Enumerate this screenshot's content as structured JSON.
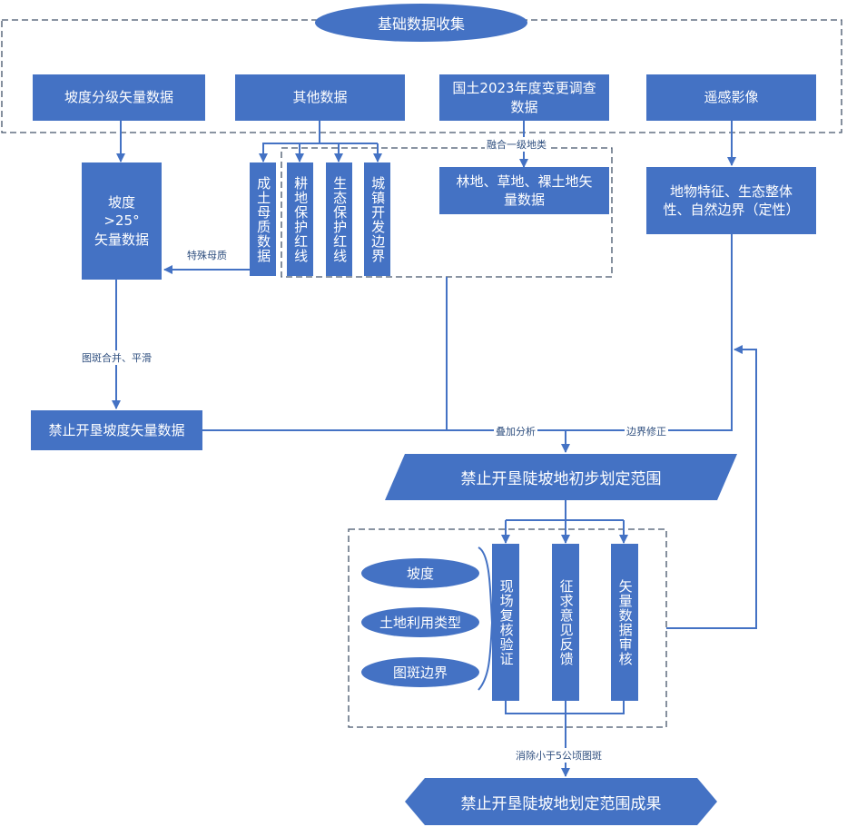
{
  "colors": {
    "node_fill": "#4472c4",
    "line": "#4472c4",
    "dashed_border": "#44546a",
    "label_text": "#2f4f7f"
  },
  "header": {
    "title": "基础数据收集"
  },
  "sources": {
    "slope_vector": "坡度分级矢量数据",
    "other_data": "其他数据",
    "survey": "国土2023年度变更调查数据",
    "remote_sensing": "遥感影像"
  },
  "mid": {
    "slope_25": [
      "坡度",
      ">25°",
      "矢量数据"
    ],
    "parent_soil": "成土母质数据",
    "farmland_redline": "耕地保护红线",
    "eco_redline": "生态保护红线",
    "urban_boundary": "城镇开发边界",
    "forest_grass": "林地、草地、裸土地矢量数据",
    "features": "地物特征、生态整体性、自然边界（定性）"
  },
  "edge_labels": {
    "merge_first_class": "融合一级地类",
    "special_parent": "特殊母质",
    "merge_smooth": "图斑合并、平滑",
    "overlay": "叠加分析",
    "boundary_fix": "边界修正",
    "remove_small": "消除小于5公顷图斑"
  },
  "prohibit_slope": "禁止开垦坡度矢量数据",
  "preliminary": "禁止开垦陡坡地初步划定范围",
  "checks": {
    "field_verify": "现场复核验证",
    "opinion_feedback": "征求意见反馈",
    "vector_review": "矢量数据审核"
  },
  "criteria": [
    "坡度",
    "土地利用类型",
    "图斑边界"
  ],
  "final_result": "禁止开垦陡坡地划定范围成果"
}
